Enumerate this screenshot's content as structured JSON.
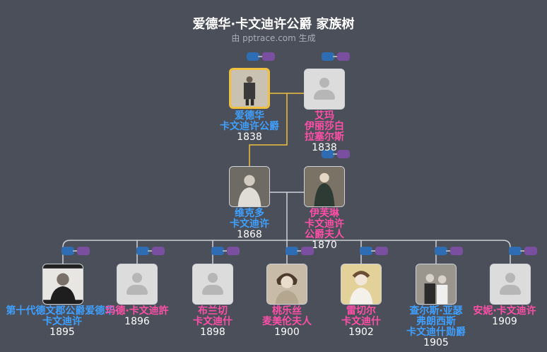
{
  "header": {
    "title": "爱德华·卡文迪许公爵 家族树",
    "subtitle": "由 pptrace.com 生成"
  },
  "people": {
    "edward": {
      "name": "爱德华\n卡文迪许公爵",
      "year": "1838"
    },
    "emma": {
      "name": "艾玛\n伊丽莎白\n拉塞尔斯",
      "year": "1838"
    },
    "victor": {
      "name": "维克多\n卡文迪许",
      "year": "1868"
    },
    "evelyn": {
      "name": "伊芙琳\n卡文迪许\n公爵夫人",
      "year": "1870"
    },
    "c1": {
      "name": "第十代德文郡公爵爱德华·\n卡文迪许",
      "year": "1895"
    },
    "c2": {
      "name": "玛德·卡文迪許",
      "year": "1896"
    },
    "c3": {
      "name": "布兰切\n卡文迪什",
      "year": "1898"
    },
    "c4": {
      "name": "桃乐丝\n麦美伦夫人",
      "year": "1900"
    },
    "c5": {
      "name": "雷切尔\n卡文迪什",
      "year": "1902"
    },
    "c6": {
      "name": "查尔斯·亚瑟\n弗朗西斯\n卡文迪什勋爵",
      "year": "1905"
    },
    "c7": {
      "name": "安妮·卡文迪许",
      "year": "1909"
    }
  },
  "colors": {
    "male": "#3fa0ff",
    "female": "#ff4fa8",
    "focus": "#f0c040",
    "background": "#4a4f59"
  }
}
